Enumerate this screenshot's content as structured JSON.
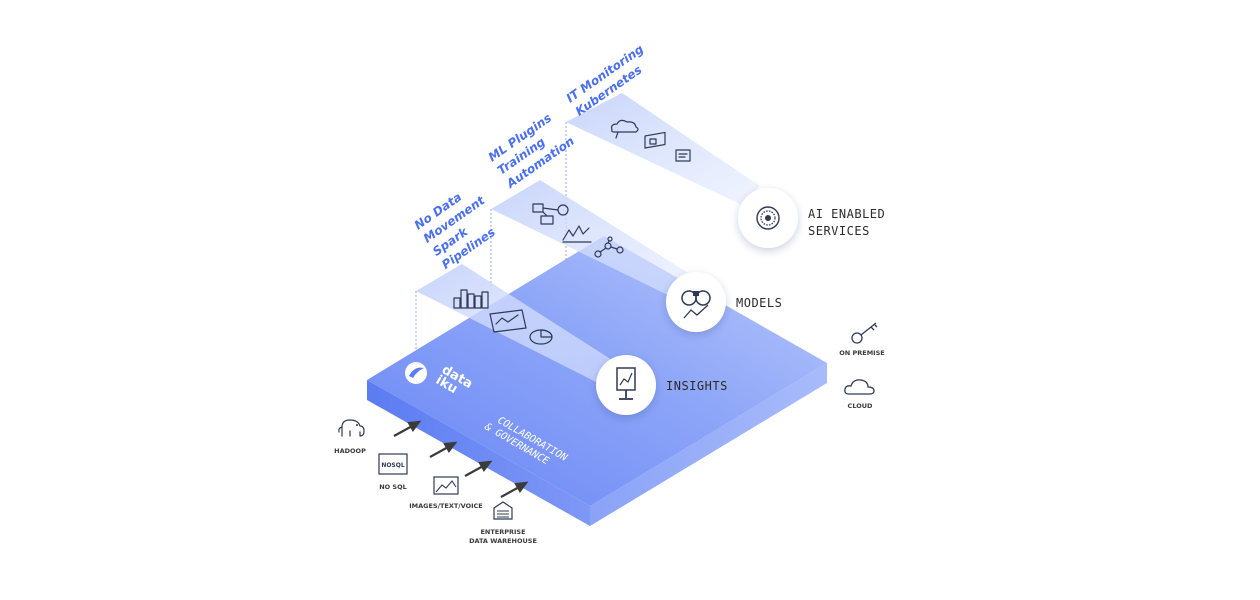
{
  "brand": {
    "line1": "data",
    "line2": "iku"
  },
  "platform_label": {
    "line1": "COLLABORATION",
    "line2": "& GOVERNANCE"
  },
  "layers": {
    "insights": {
      "title": "INSIGHTS",
      "tags": [
        "No Data",
        "Movement",
        "Spark",
        "Pipelines"
      ]
    },
    "models": {
      "title": "MODELS",
      "tags": [
        "ML Plugins",
        "Training",
        "Automation"
      ]
    },
    "services": {
      "title_line1": "AI ENABLED",
      "title_line2": "SERVICES",
      "tags": [
        "IT Monitoring",
        "Kubernetes"
      ]
    }
  },
  "sources": [
    {
      "label": "HADOOP",
      "icon": "elephant-icon"
    },
    {
      "label": "NO SQL",
      "icon": "nosql-icon",
      "icon_text": "NOSQL"
    },
    {
      "label": "IMAGES/TEXT/VOICE",
      "icon": "image-icon"
    },
    {
      "label_line1": "ENTERPRISE",
      "label_line2": "DATA WAREHOUSE",
      "icon": "warehouse-icon"
    }
  ],
  "deployment": [
    {
      "label": "ON PREMISE",
      "icon": "key-icon"
    },
    {
      "label": "CLOUD",
      "icon": "cloud-icon"
    }
  ],
  "colors": {
    "accent": "#4a6ff0",
    "platform_top": "#7b97f7",
    "platform_front": "#5f7ff2",
    "ribbon": "#c9d6fb"
  }
}
